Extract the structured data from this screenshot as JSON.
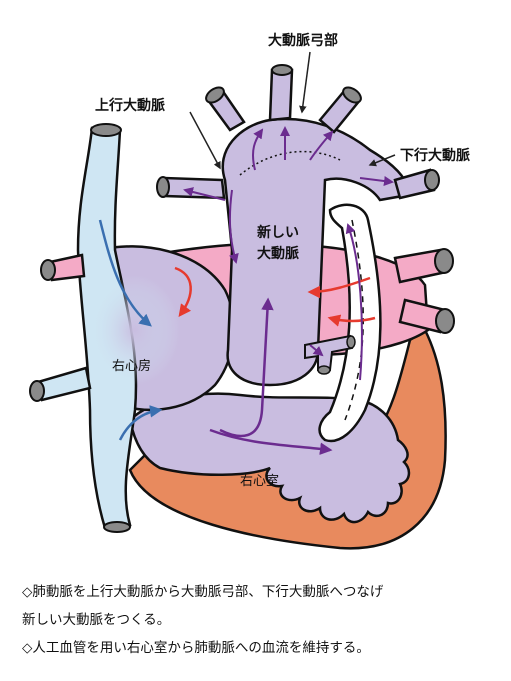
{
  "labels": {
    "aortic_arch": "大動脈弓部",
    "ascending_aorta": "上行大動脈",
    "descending_aorta": "下行大動脈",
    "neo_aorta_line1": "新しい",
    "neo_aorta_line2": "大動脈",
    "right_atrium": "右心房",
    "right_ventricle": "右心室"
  },
  "caption": {
    "line1": "◇肺動脈を上行大動脈から大動脈弓部、下行大動脈へつなげ",
    "line2": "新しい大動脈をつくる。",
    "line3": "◇人工血管を用い右心室から肺動脈への血流を維持する。"
  },
  "colors": {
    "vena_cava": "#cfe6f3",
    "aorta_purple": "#c9bde0",
    "left_heart_pink": "#f4aac6",
    "ventricle_orange": "#e88a5e",
    "arrow_blue": "#3a6fb0",
    "arrow_red": "#e63a2e",
    "arrow_purple": "#6b2c8f",
    "vessel_cap_gray": "#8a8a8a"
  }
}
